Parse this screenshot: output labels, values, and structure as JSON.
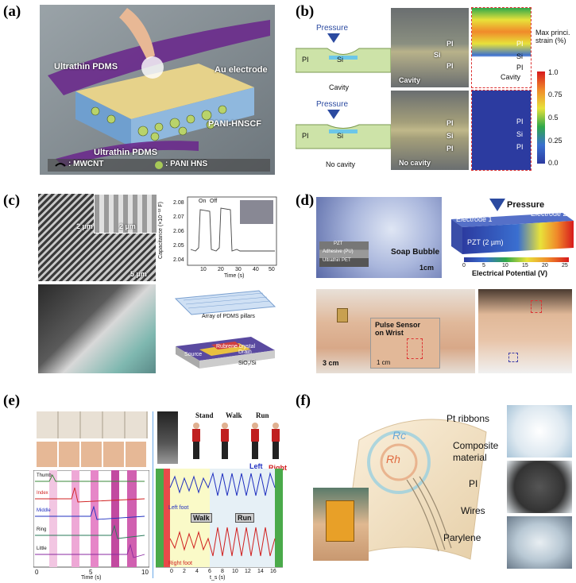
{
  "panels": {
    "a": {
      "label": "(a)",
      "ultrathin_pdms_top": "Ultrathin PDMS",
      "au_electrode": "Au electrode",
      "pani_hnscf": "PANI-HNSCF",
      "ultrathin_pdms_bottom": "Ultrathin PDMS",
      "legend_mwcnt": ": MWCNT",
      "legend_pani": ": PANI HNS"
    },
    "b": {
      "label": "(b)",
      "pressure_top": "Pressure",
      "pi_left_top": "PI",
      "si_top": "Si",
      "cavity_top": "Cavity",
      "pressure_bottom": "Pressure",
      "pi_left_bottom": "PI",
      "si_bottom": "Si",
      "no_cavity": "No cavity",
      "img_pi1": "PI",
      "img_si1": "Si",
      "img_pi2": "PI",
      "img_cavity": "Cavity",
      "img_pi3": "PI",
      "img_si2": "Si",
      "img_pi4": "PI",
      "img_nocavity": "No cavity",
      "sim_pi1": "PI",
      "sim_si1": "Si",
      "sim_pi2": "PI",
      "sim_cavity": "Cavity",
      "sim_pi3": "PI",
      "sim_si2": "Si",
      "sim_pi4": "PI",
      "colorbar_title": "Max princi. strain (%)",
      "ticks": [
        "1.0",
        "0.75",
        "0.5",
        "0.25",
        "0.0"
      ]
    },
    "c": {
      "label": "(c)",
      "sem_scale1": "2 µm",
      "sem_scale2": "2 µm",
      "sem_scale3": "5 µm",
      "graph_ylabel": "Capacitance (×10⁻¹² F)",
      "graph_xlabel": "Time (s)",
      "graph_on": "On",
      "graph_off": "Off",
      "y_ticks": [
        "2.08",
        "2.07",
        "2.06",
        "2.05",
        "2.04"
      ],
      "x_ticks": [
        "10",
        "20",
        "30",
        "40",
        "50"
      ],
      "array_label": "Array of PDMS pillars",
      "crystal_label": "Rubrene crystal",
      "source_label": "Source",
      "drain_label": "Drain",
      "substrate_label": "SiO₂/Si"
    },
    "d": {
      "label": "(d)",
      "soap_bubble": "Soap Bubble",
      "scale_1cm": "1cm",
      "layer_pzt": "PZT",
      "layer_adhesive": "Adhesive (PU)",
      "layer_pet": "Ultrathin PET",
      "pressure": "Pressure",
      "electrode1": "Electrode 1",
      "electrode2": "Electrode 2",
      "pzt": "PZT (2 µm)",
      "potential_ticks": [
        "0",
        "5",
        "10",
        "15",
        "20",
        "25"
      ],
      "potential_title": "Electrical Potential (V)",
      "pulse_sensor": "Pulse Sensor on Wrist",
      "scale_3cm": "3 cm",
      "scale_1cm_b": "1 cm"
    },
    "e": {
      "label": "(e)",
      "stand": "Stand",
      "walk": "Walk",
      "run": "Run",
      "left": "Left",
      "right": "Right",
      "fingers": [
        "Thumb",
        "Index",
        "Middle",
        "Ring",
        "Little"
      ],
      "x_ticks_left": [
        "0",
        "5",
        "10"
      ],
      "time_label": "Time (s)",
      "left_foot": "Left foot",
      "right_foot": "Right foot",
      "walk_box": "Walk",
      "run_box": "Run",
      "x_ticks_right": [
        "0",
        "2",
        "4",
        "6",
        "8",
        "10",
        "12",
        "14",
        "16"
      ],
      "t_label": "t_s (s)"
    },
    "f": {
      "label": "(f)",
      "rc": "Rc",
      "rh": "Rh",
      "pt_ribbons": "Pt ribbons",
      "composite": "Composite",
      "material": "material",
      "pi": "PI",
      "wires": "Wires",
      "parylene": "Parylene"
    }
  },
  "colors": {
    "strain_max": "#d7191c",
    "strain_min": "#2c3ba0",
    "pani_green": "#a7c957",
    "pdms_purple": "#6a2a8c"
  }
}
